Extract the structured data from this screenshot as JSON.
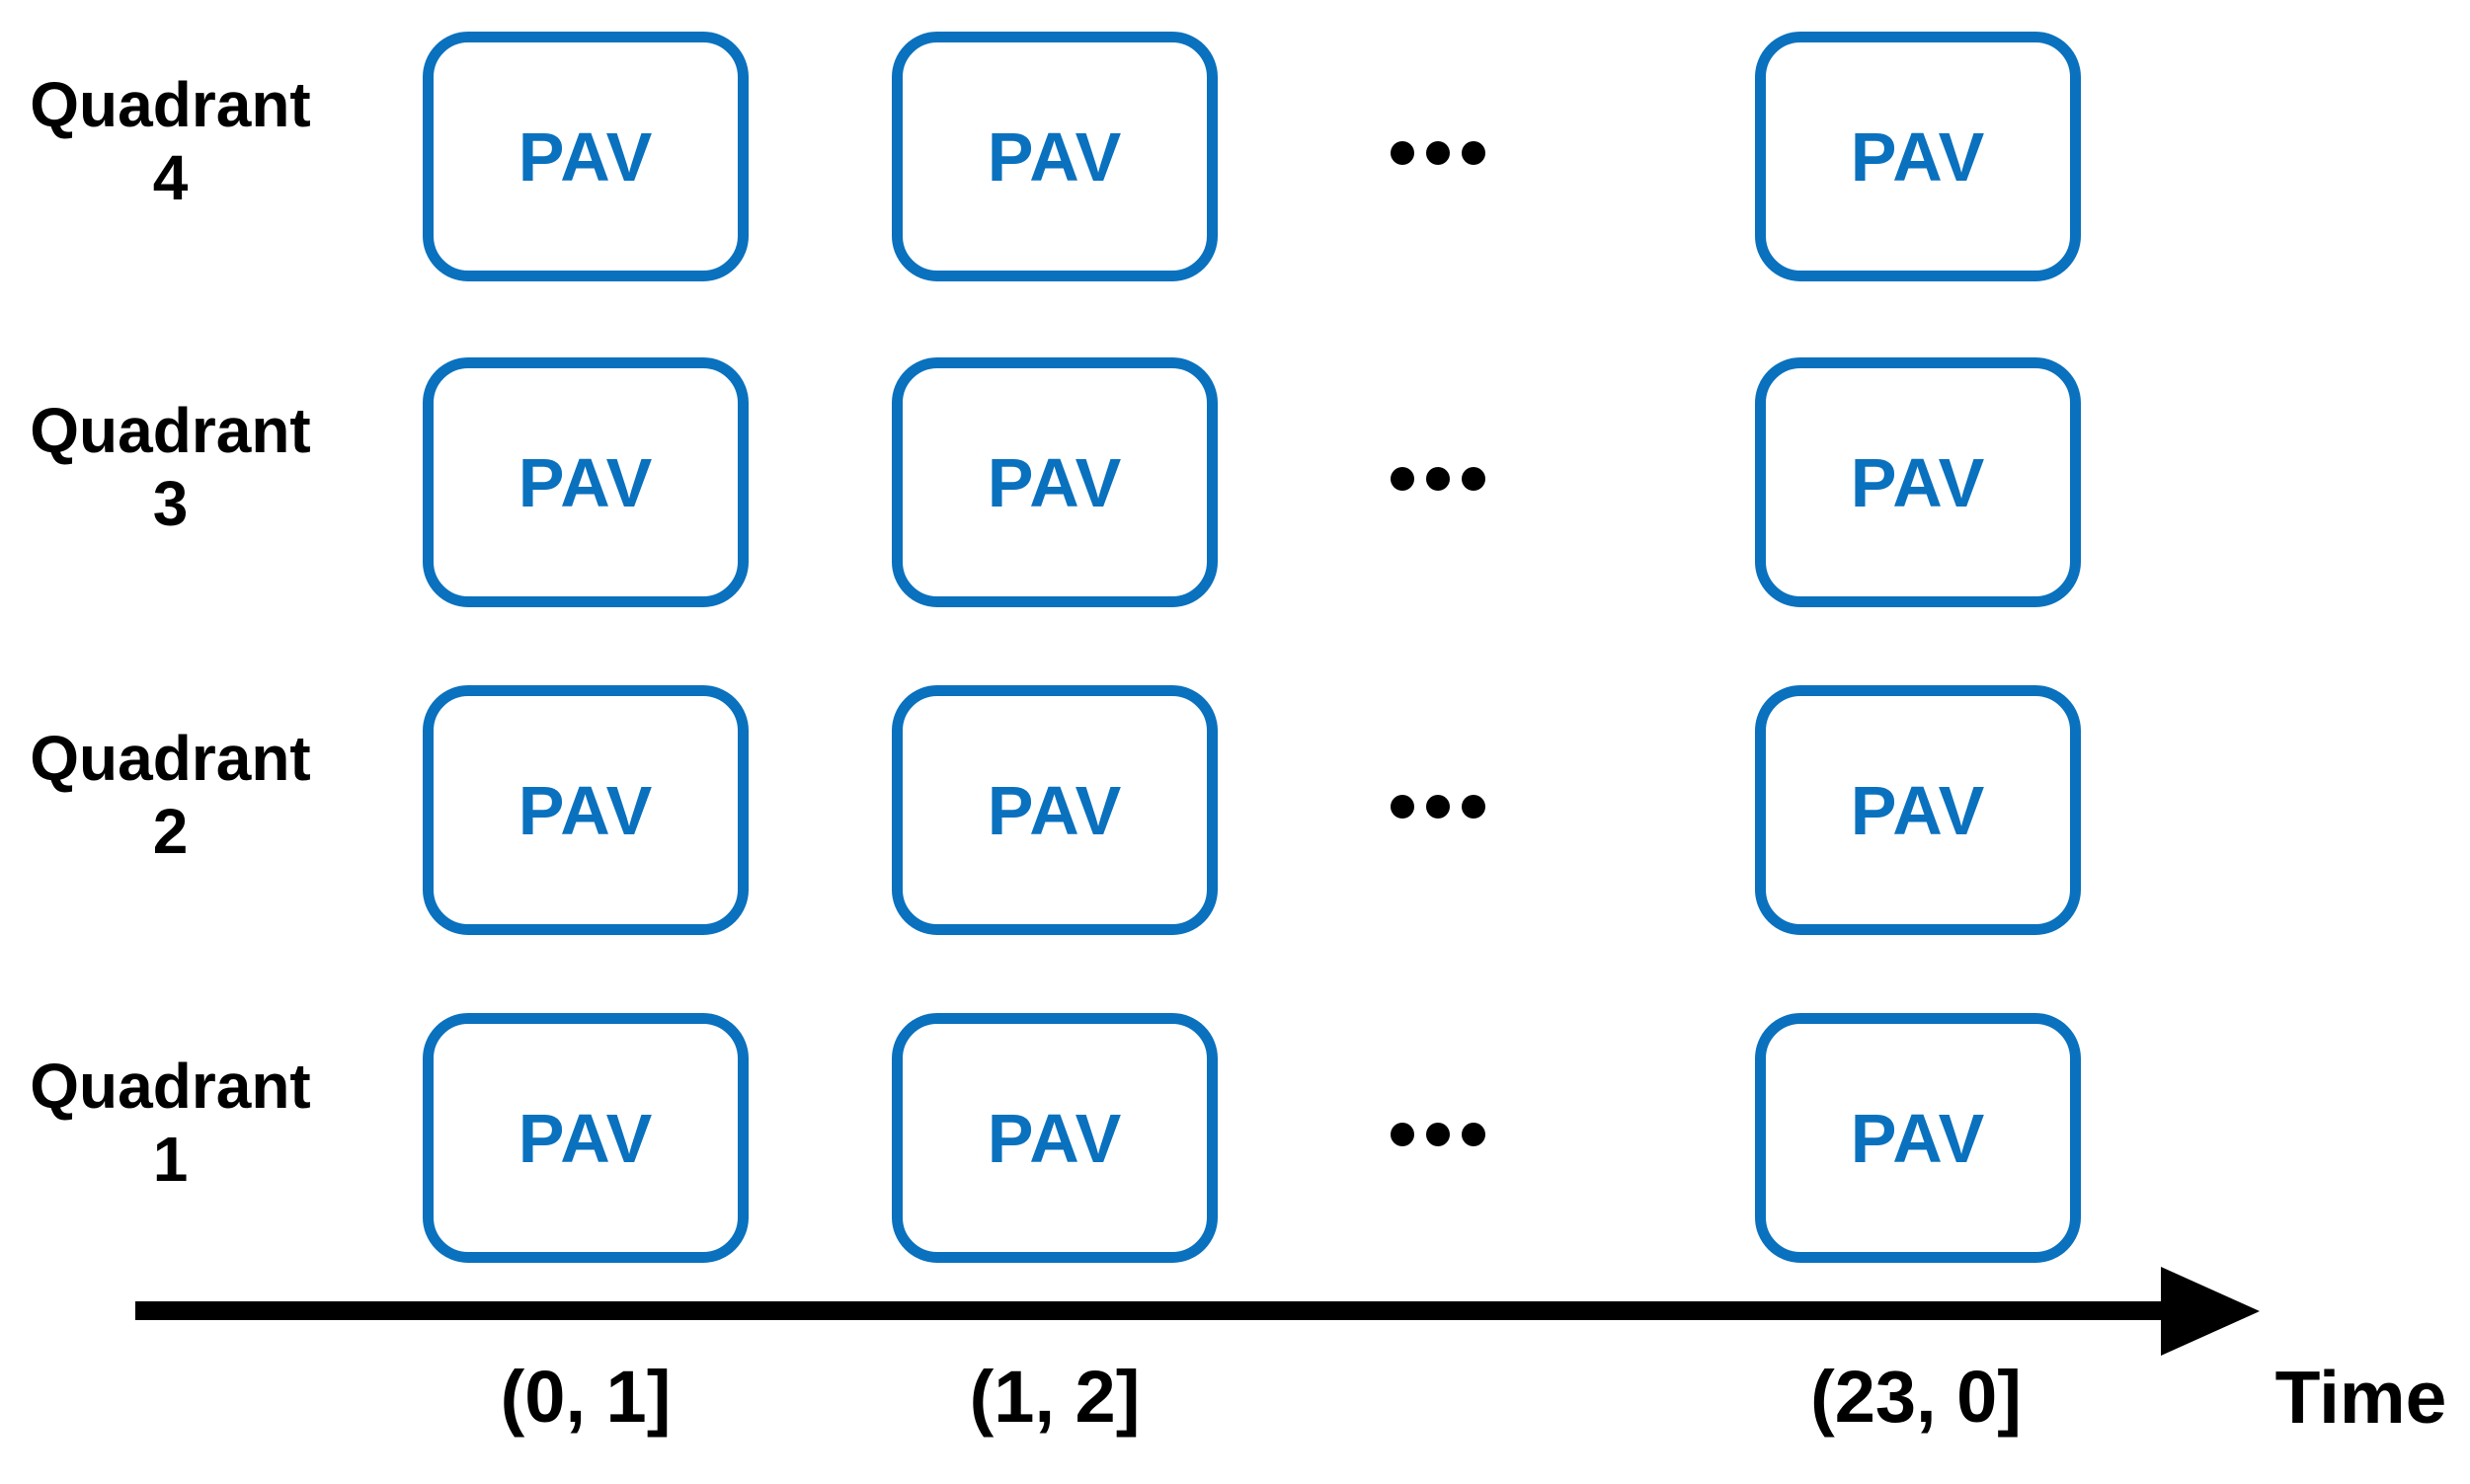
{
  "diagram": {
    "colors": {
      "accent_blue": "#0a71be",
      "ink": "#000000"
    },
    "quadrant_rows": [
      {
        "label": [
          "Quadrant",
          "4"
        ],
        "boxes": [
          "PAV",
          "PAV",
          "PAV"
        ]
      },
      {
        "label": [
          "Quadrant",
          "3"
        ],
        "boxes": [
          "PAV",
          "PAV",
          "PAV"
        ]
      },
      {
        "label": [
          "Quadrant",
          "2"
        ],
        "boxes": [
          "PAV",
          "PAV",
          "PAV"
        ]
      },
      {
        "label": [
          "Quadrant",
          "1"
        ],
        "boxes": [
          "PAV",
          "PAV",
          "PAV"
        ]
      }
    ],
    "ellipsis": "•••",
    "time_axis": {
      "ticks": [
        "(0, 1]",
        "(1, 2]",
        "(23, 0]"
      ],
      "label": "Time"
    }
  }
}
